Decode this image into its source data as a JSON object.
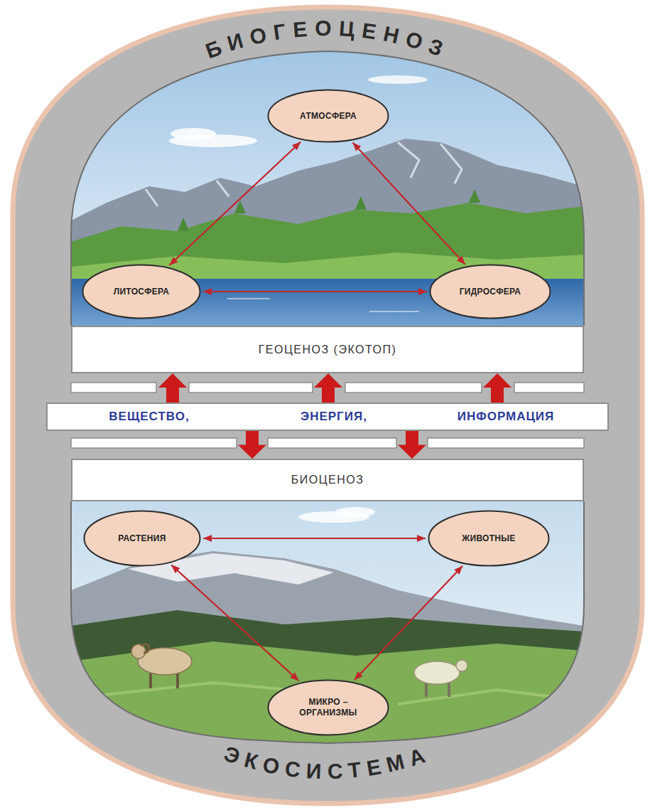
{
  "diagram": {
    "nodes": [
      {
        "text": [
          "БИОГЕОЦЕНОЗ",
          "ЭКОСИСТЕМА"
        ]
      },
      {
        "text": [
          "АТМОСФЕРА"
        ],
        "in": 0
      },
      {
        "text": [
          "ЛИТОСФЕРА"
        ],
        "in": 0
      },
      {
        "text": [
          "ГИДРОСФЕРА"
        ],
        "in": 0
      },
      {
        "text": [
          "ГЕОЦЕНОЗ (ЭКОТОП)"
        ],
        "in": 0
      },
      {
        "text": [
          "ВЕЩЕСТВО,",
          "ЭНЕРГИЯ,",
          "ИНФОРМАЦИЯ"
        ],
        "in": 0
      },
      {
        "text": [
          "БИОЦЕНОЗ"
        ],
        "in": 0
      },
      {
        "text": [
          "РАСТЕНИЯ"
        ],
        "in": 0
      },
      {
        "text": [
          "ЖИВОТНЫЕ"
        ],
        "in": 0
      },
      {
        "text": [
          "МИКРО – ОРГАНИЗМЫ"
        ],
        "in": 0
      }
    ],
    "edges": [
      {
        "from": 1,
        "to": 2,
        "arrow": "both"
      },
      {
        "from": 1,
        "to": 3,
        "arrow": "both"
      },
      {
        "from": 2,
        "to": 3,
        "arrow": "both"
      },
      {
        "from": 7,
        "to": 8,
        "arrow": "both"
      },
      {
        "from": 7,
        "to": 9,
        "arrow": "both"
      },
      {
        "from": 8,
        "to": 9,
        "arrow": "both"
      },
      {
        "from": 5,
        "to": 4,
        "arrow": "to"
      },
      {
        "from": 5,
        "to": 4,
        "arrow": "to"
      },
      {
        "from": 5,
        "to": 4,
        "arrow": "to"
      },
      {
        "from": 5,
        "to": 6,
        "arrow": "to"
      },
      {
        "from": 5,
        "to": 6,
        "arrow": "to"
      }
    ]
  }
}
